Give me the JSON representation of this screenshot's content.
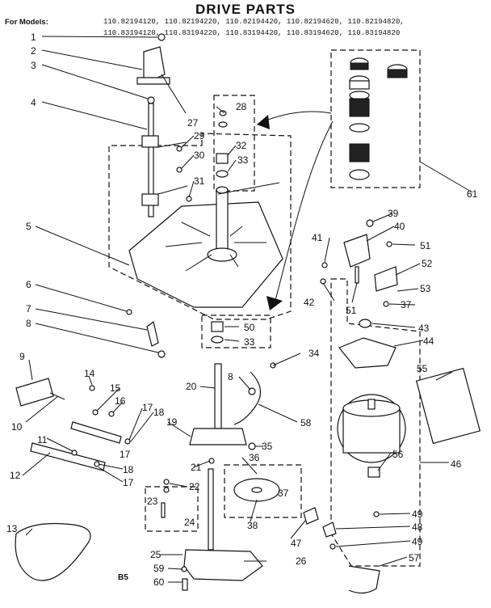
{
  "header": {
    "title": "DRIVE PARTS",
    "models_prefix": "For Models:",
    "models_line1": "110.82194120, 110.82194220, 110.82194420, 110.82194620, 110.82194820,",
    "models_line2": "110.83194120, 110.83194220, 110.83194420, 110.83194620, 110.83194820"
  },
  "footer": {
    "code": "B5"
  },
  "callouts": [
    "1",
    "2",
    "3",
    "4",
    "5",
    "6",
    "7",
    "8",
    "9",
    "10",
    "11",
    "12",
    "13",
    "14",
    "15",
    "16",
    "17",
    "17",
    "17",
    "18",
    "18",
    "19",
    "20",
    "21",
    "22",
    "23",
    "24",
    "25",
    "26",
    "27",
    "28",
    "29",
    "30",
    "31",
    "32",
    "33",
    "33",
    "34",
    "35",
    "36",
    "37",
    "37",
    "38",
    "39",
    "40",
    "41",
    "42",
    "43",
    "44",
    "46",
    "47",
    "48",
    "49",
    "49",
    "50",
    "51",
    "51",
    "52",
    "53",
    "55",
    "56",
    "57",
    "58",
    "59",
    "60",
    "8",
    "61"
  ]
}
